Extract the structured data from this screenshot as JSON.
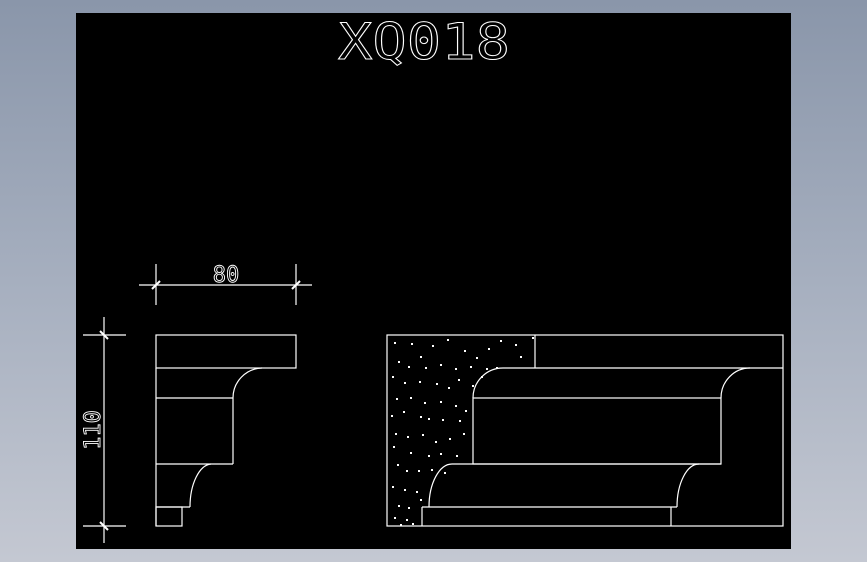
{
  "drawing": {
    "title": "XQ018",
    "dimensions": {
      "width_label": "80",
      "height_label": "110"
    },
    "colors": {
      "background_top": "#8a96aa",
      "background_bottom": "#c4c8d2",
      "canvas": "#000000",
      "lines": "#ffffff"
    },
    "views": [
      {
        "name": "profile-section",
        "description": "Small molding profile with dimensions"
      },
      {
        "name": "installed-section",
        "description": "Molding profile against hatched wall"
      }
    ]
  }
}
